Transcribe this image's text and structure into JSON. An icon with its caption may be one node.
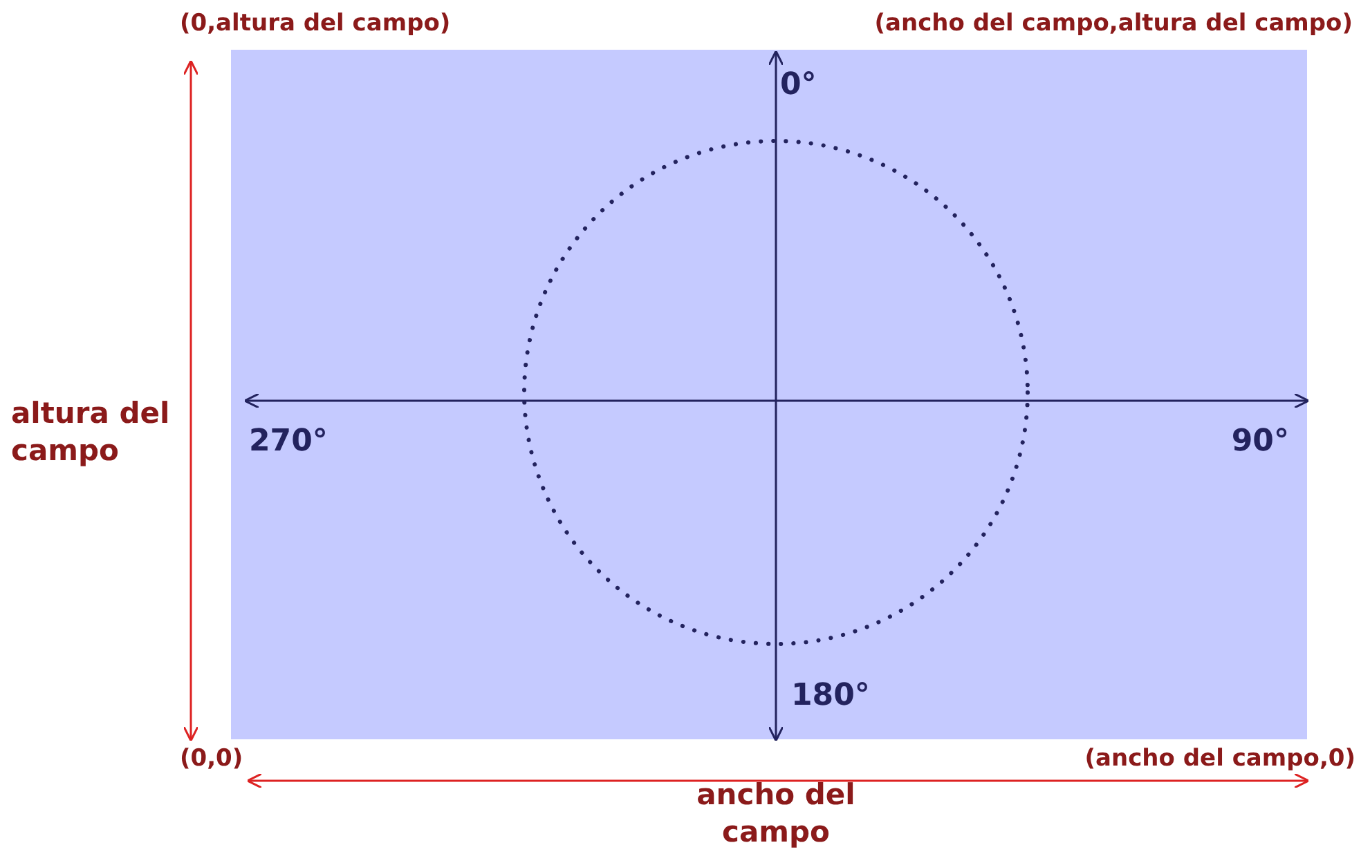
{
  "diagram": {
    "nodes": [
      {
        "text": [],
        "shape": "circle"
      }
    ],
    "labels": [
      "(0,altura del campo)",
      "(ancho del campo,altura del campo)",
      "0°",
      "altura del campo",
      "270°",
      "90°",
      "180°",
      "(0,0)",
      "(ancho del campo,0)",
      "ancho del campo"
    ]
  }
}
